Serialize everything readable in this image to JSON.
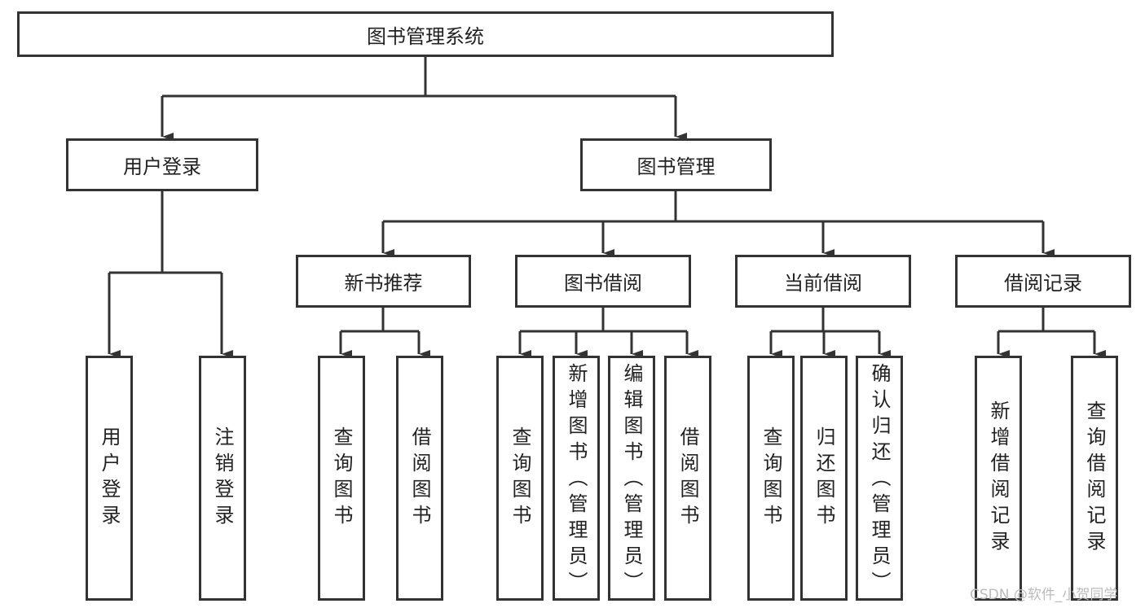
{
  "root": "图书管理系统",
  "level1": [
    "用户登录",
    "图书管理"
  ],
  "user_login_children": [
    "用户登录",
    "注销登录"
  ],
  "book_mgmt_children": [
    "新书推荐",
    "图书借阅",
    "当前借阅",
    "借阅记录"
  ],
  "new_book_children": [
    "查询图书",
    "借阅图书"
  ],
  "borrow_children": [
    "查询图书",
    "新增图书（管理员）",
    "编辑图书（管理员）",
    "借阅图书"
  ],
  "current_borrow_children": [
    "查询图书",
    "归还图书",
    "确认归还（管理员）"
  ],
  "record_children": [
    "新增借阅记录",
    "查询借阅记录"
  ],
  "watermark": "CSDN @软件_小贺同学",
  "colors": {
    "line": "#333333",
    "box_border": "#333333"
  }
}
